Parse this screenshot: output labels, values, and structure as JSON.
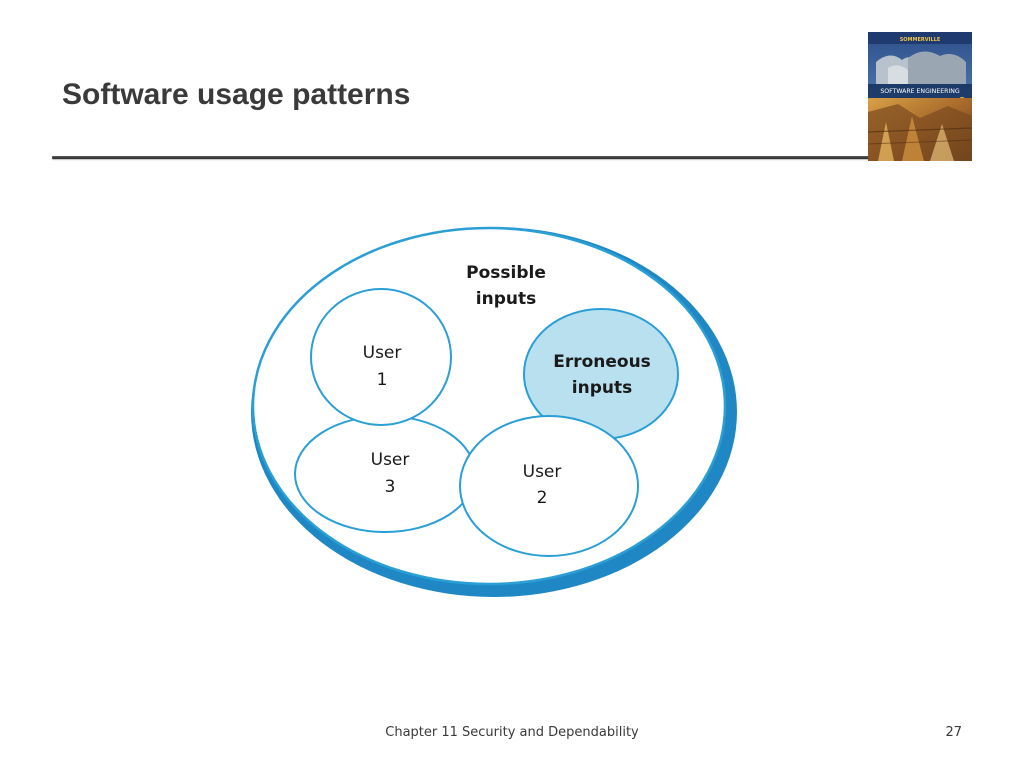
{
  "slide": {
    "title": "Software usage patterns",
    "footer": "Chapter 11 Security and Dependability",
    "page_number": "27"
  },
  "book_cover": {
    "author": "SOMMERVILLE",
    "title": "SOFTWARE ENGINEERING",
    "edition": "9"
  },
  "diagram": {
    "outer": {
      "line1": "Possible",
      "line2": "inputs"
    },
    "user1": {
      "line1": "User",
      "line2": "1"
    },
    "user2": {
      "line1": "User",
      "line2": "2"
    },
    "user3": {
      "line1": "User",
      "line2": "3"
    },
    "erroneous": {
      "line1": "Erroneous",
      "line2": "inputs"
    }
  },
  "colors": {
    "outline": "#2a9fd6",
    "shadow": "#1f88c4",
    "erroneous_fill": "#b9e0ef",
    "title_text": "#3a3a3a"
  }
}
